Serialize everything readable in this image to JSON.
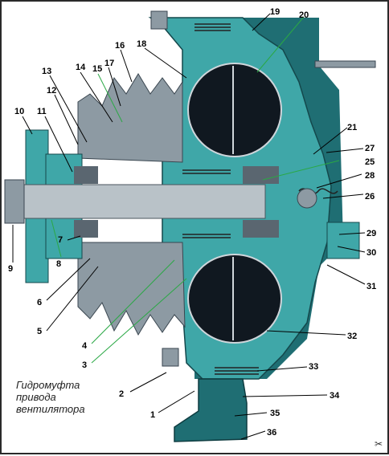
{
  "caption": {
    "line1": "Гидромуфта",
    "line2": "привода",
    "line3": "вентилятора"
  },
  "callouts": [
    "1",
    "2",
    "3",
    "4",
    "5",
    "6",
    "7",
    "8",
    "9",
    "10",
    "11",
    "12",
    "13",
    "14",
    "15",
    "16",
    "17",
    "18",
    "19",
    "20",
    "21",
    "25",
    "26",
    "27",
    "28",
    "29",
    "30",
    "31",
    "32",
    "33",
    "34",
    "35",
    "36"
  ],
  "colors": {
    "casing": "#3fa7a8",
    "casing_dark": "#1f6e73",
    "pulley": "#8d9aa3",
    "shaft": "#b9c2c8",
    "bearing": "#5a6670",
    "sphere": "#101820",
    "leader": "#2aa845",
    "background": "#ffffff"
  },
  "icons": {
    "corner": "scissors-icon"
  }
}
